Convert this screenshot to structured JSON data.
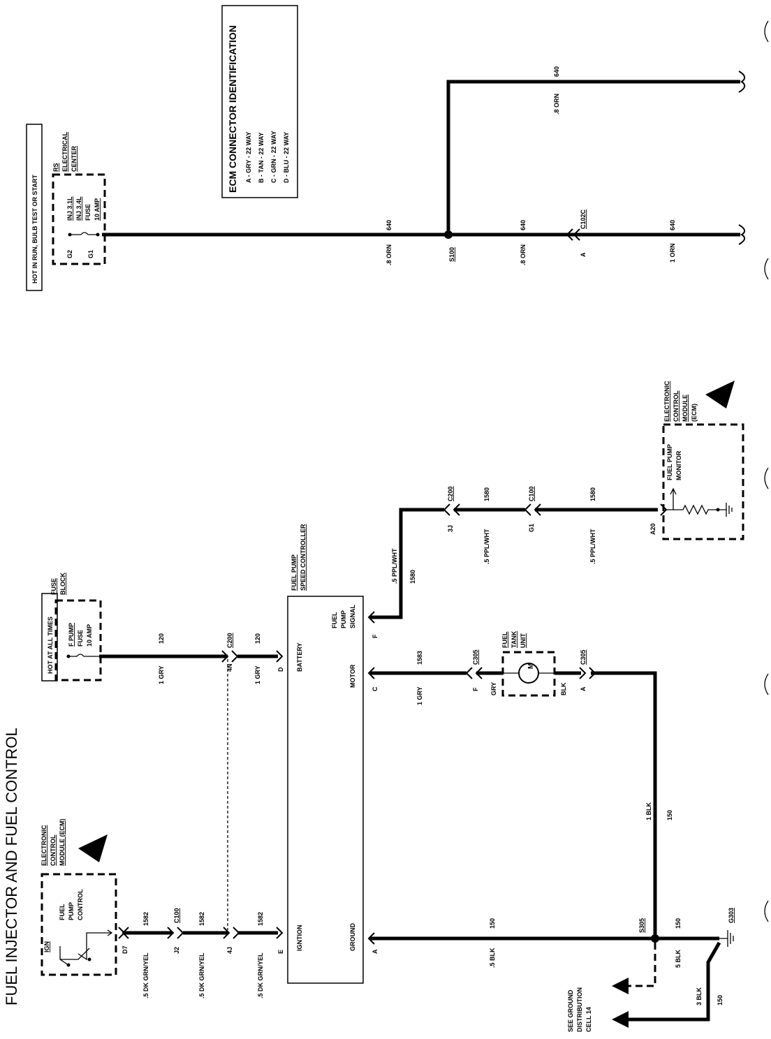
{
  "title": "FUEL INJECTOR AND FUEL CONTROL",
  "ecm_table": {
    "heading": "ECM CONNECTOR IDENTIFICATION",
    "rows": [
      "A - GRY - 22 WAY",
      "B - TAN - 22 WAY",
      "C - GRN - 22 WAY",
      "D - BLU - 22 WAY"
    ]
  },
  "hot_boxes": {
    "top_right": "HOT IN RUN, BULB TEST OR START",
    "middle_left": "HOT AT ALL TIMES"
  },
  "rs_center": {
    "label1": "RS",
    "label2": "ELECTRICAL",
    "label3": "CENTER",
    "inj1": "INJ 3.1L",
    "inj2": "INJ 3.4L",
    "fuse": "FUSE",
    "amp": "10 AMP",
    "pin_g2": "G2",
    "pin_g1": "G1"
  },
  "fuse_block": {
    "label1": "FUSE",
    "label2": "BLOCK",
    "f1": "F PUMP",
    "f2": "FUSE",
    "f3": "10 AMP"
  },
  "ecm_left": {
    "l1": "ELECTRONIC",
    "l2": "CONTROL",
    "l3": "MODULE (ECM)",
    "ign": "IGN",
    "fpc1": "FUEL",
    "fpc2": "PUMP",
    "fpc3": "CONTROL"
  },
  "ecm_right": {
    "l1": "ELECTRONIC",
    "l2": "CONTROL",
    "l3": "MODULE",
    "l4": "(ECM)",
    "fpm1": "FUEL PUMP",
    "fpm2": "MONITOR"
  },
  "speed_controller": {
    "l1": "FUEL PUMP",
    "l2": "SPEED CONTROLLER",
    "battery": "BATTERY",
    "signal1": "FUEL",
    "signal2": "PUMP",
    "signal3": "SIGNAL",
    "motor": "MOTOR",
    "ignition": "IGNTION",
    "ground": "GROUND"
  },
  "fuel_tank": {
    "l1": "FUEL",
    "l2": "TANK",
    "l3": "UNIT",
    "m": "M"
  },
  "wires": {
    "w640a": ".8 ORN",
    "c640a": "640",
    "w640b": ".8 ORN",
    "c640b": "640",
    "w640c": ".8 ORN",
    "c640c": "640",
    "w640d": "1 ORN",
    "c640d": "640",
    "w120a": "1 GRY",
    "c120a": "120",
    "w120b": "1 GRY",
    "c120b": "120",
    "w1583": "1 GRY",
    "c1583": "1583",
    "w1580a": ".5 PPL/WHT",
    "c1580a": "1580",
    "w1580b": ".5 PPL/WHT",
    "c1580b": "1580",
    "w1580c": ".5 PPL/WHT",
    "c1580c": "1580",
    "w1582a": ".5 DK GRN/YEL",
    "c1582a": "1582",
    "w1582b": ".5 DK GRN/YEL",
    "c1582b": "1582",
    "w1582c": ".5 DK GRN/YEL",
    "c1582c": "1582",
    "w150a": ".5 BLK",
    "c150a": "150",
    "w150b": "1 BLK",
    "c150b": "150",
    "w150c": "5 BLK",
    "c150c": "150",
    "w150d": "3 BLK",
    "c150d": "150",
    "gry": "GRY",
    "blk": "BLK"
  },
  "connectors": {
    "s100": "S100",
    "c102c": "C102C",
    "c102c_pin": "A",
    "c200a": "C200",
    "c200a_pin": "4N",
    "c200b": "C200",
    "c200b_pin": "3J",
    "c100a": "C100",
    "c100a_pin": "G1",
    "c100b": "C100",
    "c100b_pin": "J2",
    "c305a": "C305",
    "c305a_pin": "F",
    "c305b": "C305",
    "c305b_pin": "A",
    "s305": "S305",
    "g303": "G303",
    "a20": "A20",
    "d7": "D7",
    "p4j": "4J",
    "pin_d": "D",
    "pin_f": "F",
    "pin_c": "C",
    "pin_e": "E",
    "pin_a": "A"
  },
  "ground_ref": {
    "l1": "SEE GROUND",
    "l2": "DISTRIBUTION",
    "l3": "CELL 14"
  }
}
